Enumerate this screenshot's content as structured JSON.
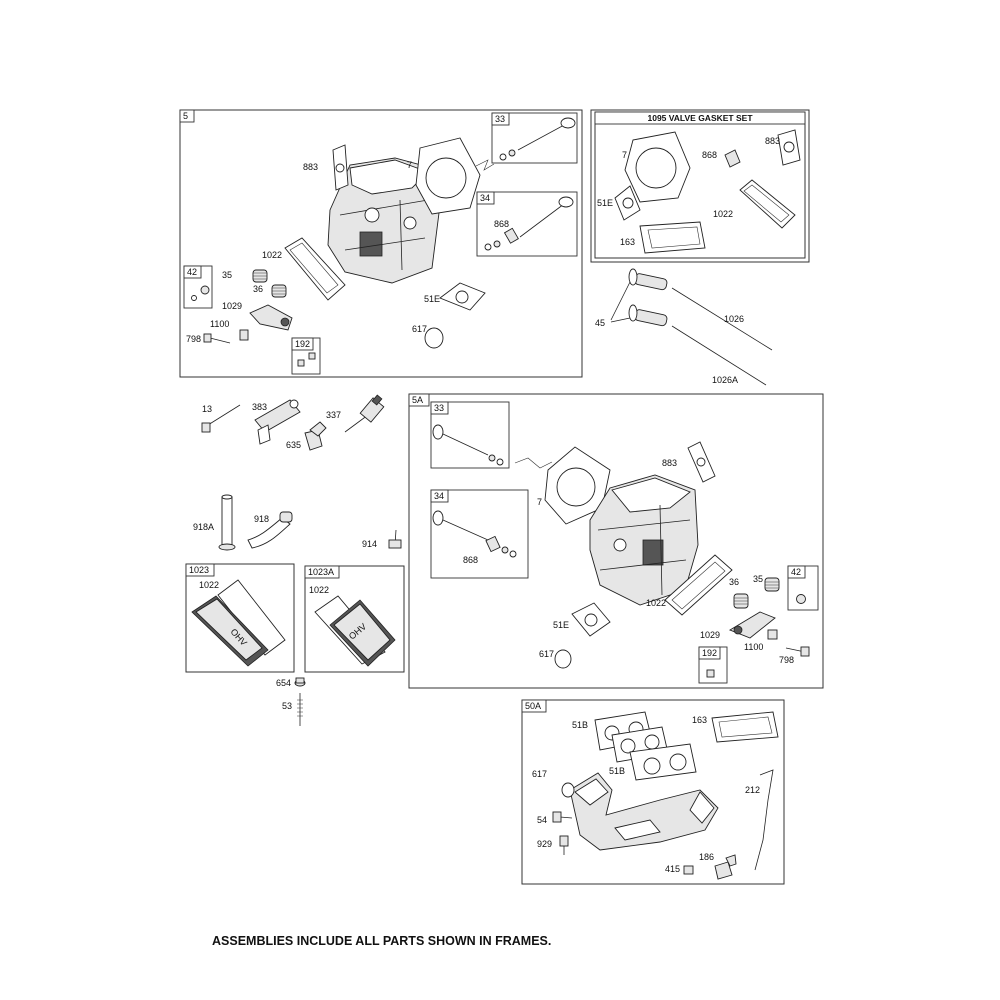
{
  "frames": {
    "f5": "5",
    "f5_33": "33",
    "f5_34": "34",
    "f5_42": "42",
    "f5_192": "192",
    "valve_set": "1095 VALVE GASKET SET",
    "f5a": "5A",
    "f5a_33": "33",
    "f5a_34": "34",
    "f5a_42": "42",
    "f5a_192": "192",
    "f1023": "1023",
    "f1023a": "1023A",
    "f50a": "50A"
  },
  "labels": {
    "f5": {
      "p883": "883",
      "p7": "7",
      "p868": "868",
      "p1022": "1022",
      "p35": "35",
      "p36": "36",
      "p1029": "1029",
      "p1100": "1100",
      "p798": "798",
      "p51e": "51E",
      "p617": "617"
    },
    "vs": {
      "p7": "7",
      "p868": "868",
      "p883": "883",
      "p51e": "51E",
      "p1022": "1022",
      "p163": "163"
    },
    "misc": {
      "p45": "45",
      "p1026": "1026",
      "p1026a": "1026A",
      "p13": "13",
      "p383": "383",
      "p337": "337",
      "p635": "635",
      "p918a": "918A",
      "p918": "918",
      "p914": "914",
      "p654": "654",
      "p53": "53"
    },
    "f5a": {
      "p883": "883",
      "p7": "7",
      "p868": "868",
      "p1022": "1022",
      "p36": "36",
      "p35": "35",
      "p51e": "51E",
      "p617": "617",
      "p1029": "1029",
      "p1100": "1100",
      "p798": "798"
    },
    "f1023": {
      "p1022": "1022"
    },
    "f1023a": {
      "p1022": "1022"
    },
    "f50a": {
      "p51b_1": "51B",
      "p51b_2": "51B",
      "p163": "163",
      "p617": "617",
      "p212": "212",
      "p54": "54",
      "p929": "929",
      "p415": "415",
      "p186": "186"
    }
  },
  "cover_text": "OHV",
  "footer_note": "ASSEMBLIES INCLUDE ALL PARTS SHOWN IN FRAMES."
}
